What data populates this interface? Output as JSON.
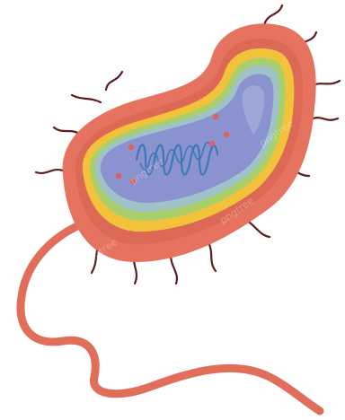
{
  "colors": {
    "background": "#ffffff",
    "outer_wall": "#e5735f",
    "outer_wall_dark": "#cf5e4c",
    "flagellum": "#e06e5a",
    "pili": "#5a1e20",
    "capsule_yellow": "#f2c33a",
    "cell_wall_green": "#a9cf6a",
    "membrane_teal": "#9fc3c9",
    "cytoplasm": "#8a93cf",
    "cytoplasm_light": "#a3acd9",
    "dna": "#3f78b8",
    "ribosome": "#e0605b"
  },
  "parts": [
    "flagellum",
    "pili",
    "capsule",
    "cell-wall",
    "cell-membrane",
    "cytoplasm",
    "nucleoid-dna",
    "ribosomes"
  ],
  "counts": {
    "pili": 14,
    "ribosomes": 6
  },
  "watermark": "pngtree"
}
